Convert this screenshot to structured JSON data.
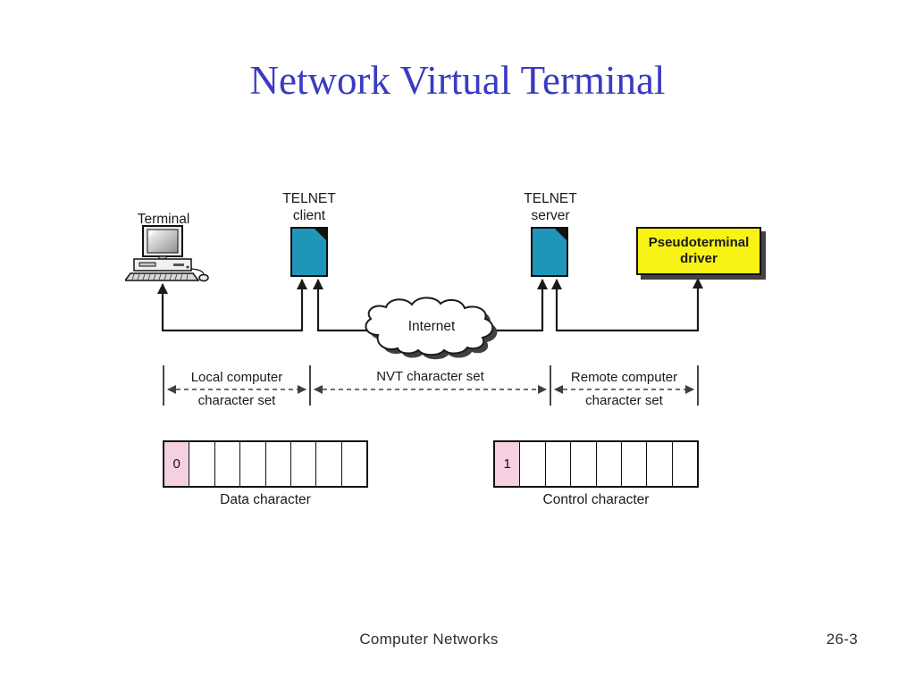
{
  "title": "Network Virtual Terminal",
  "footer": {
    "course": "Computer Networks",
    "page": "26-3"
  },
  "diagram": {
    "terminal": {
      "label": "Terminal"
    },
    "telnet_client": {
      "line1": "TELNET",
      "line2": "client"
    },
    "telnet_server": {
      "line1": "TELNET",
      "line2": "server"
    },
    "pseudoterminal": {
      "line1": "Pseudoterminal",
      "line2": "driver"
    },
    "internet": {
      "label": "Internet"
    },
    "charsets": {
      "local": {
        "line1": "Local computer",
        "line2": "character set"
      },
      "nvt": {
        "line1": "NVT character set"
      },
      "remote": {
        "line1": "Remote computer",
        "line2": "character set"
      }
    },
    "byte_arrays": [
      {
        "bit": "0",
        "cells": 8,
        "label": "Data character"
      },
      {
        "bit": "1",
        "cells": 8,
        "label": "Control character"
      }
    ]
  },
  "colors": {
    "title_text": "#3a3ac4",
    "document_fill": "#2095ba",
    "pseudoterminal_fill": "#f8f215",
    "bit_cell_fill": "#f6cfe0"
  }
}
